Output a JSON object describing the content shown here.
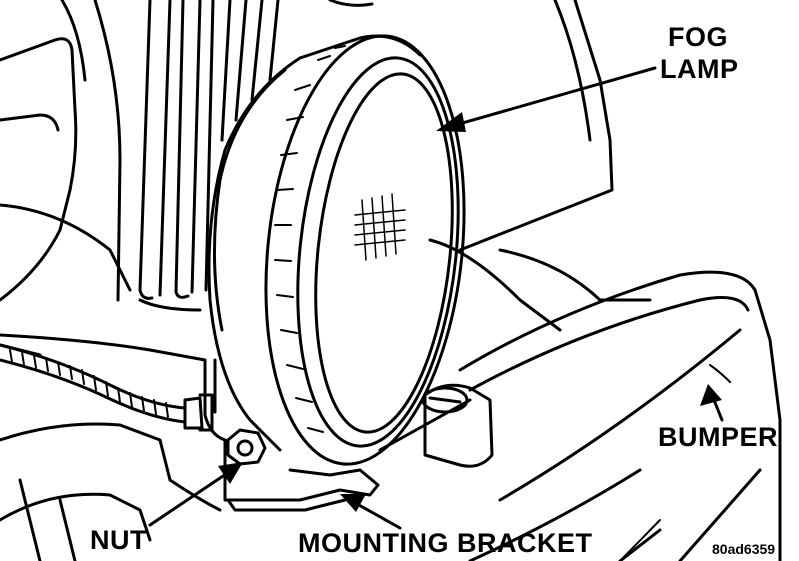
{
  "labels": {
    "fog_lamp_line1": "FOG",
    "fog_lamp_line2": "LAMP",
    "bumper": "BUMPER",
    "nut": "NUT",
    "mounting_bracket": "MOUNTING BRACKET",
    "figure_id": "80ad6359"
  },
  "colors": {
    "ink": "#000000",
    "paper": "#ffffff"
  }
}
